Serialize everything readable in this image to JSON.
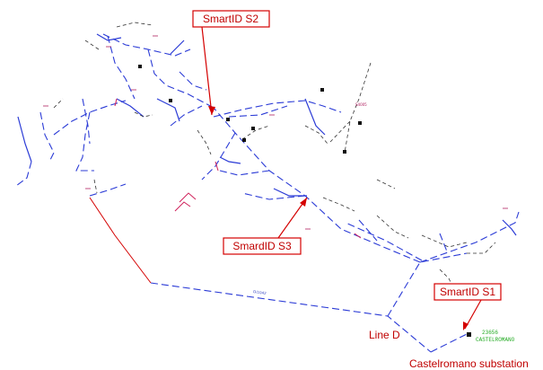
{
  "callouts": {
    "s2": "SmartID S2",
    "s3": "SmardID S3",
    "s1": "SmartID S1"
  },
  "labels": {
    "line_d": "Line D",
    "substation": "Castelromano substation",
    "substation_code": "23656",
    "substation_name": "CASTELROMANO",
    "long_line": "D/1042",
    "node_a": "S4005"
  },
  "colors": {
    "network": "#2b3bd6",
    "branch": "#444444",
    "callout": "#d40000",
    "substation_text": "#22aa22"
  }
}
